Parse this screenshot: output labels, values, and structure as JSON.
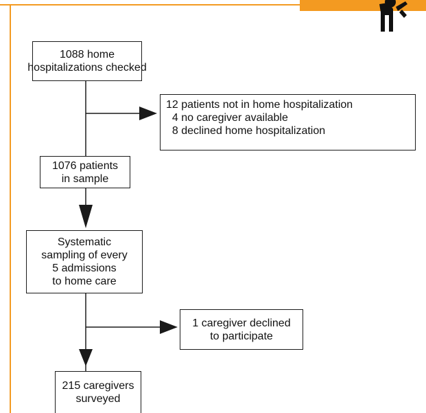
{
  "flowchart": {
    "nodes": [
      {
        "id": "checked",
        "text": "1088 home\nhospitalizations checked"
      },
      {
        "id": "excluded",
        "text": "12 patients not in home hospitalization\n  4 no caregiver available\n  8 declined home hospitalization"
      },
      {
        "id": "sample",
        "text": "1076 patients\nin sample"
      },
      {
        "id": "sampling",
        "text": "Systematic\nsampling of every\n5 admissions\nto home care"
      },
      {
        "id": "declined",
        "text": "1 caregiver declined\nto participate"
      },
      {
        "id": "surveyed",
        "text": "215 caregivers\nsurveyed"
      }
    ]
  },
  "colors": {
    "frame": "#f39a21",
    "line": "#1a1a1a"
  },
  "icons": {
    "corner": "person-figure-icon"
  }
}
